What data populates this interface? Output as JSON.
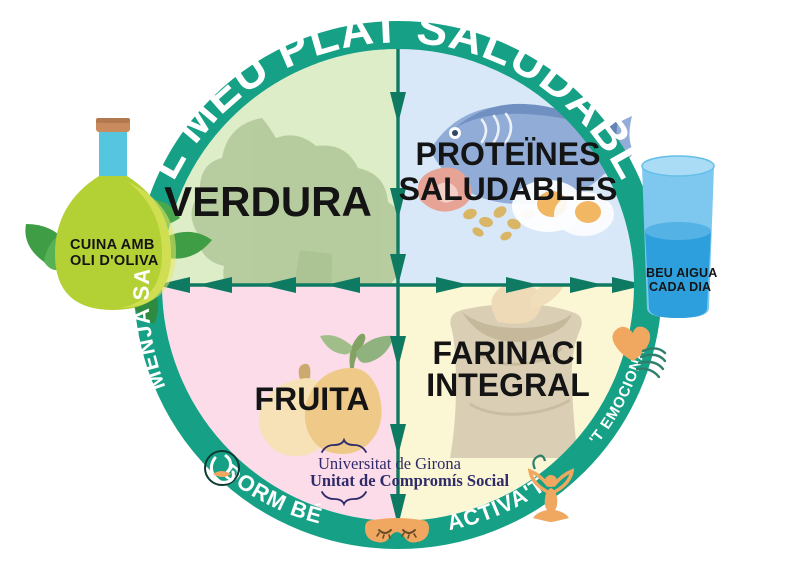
{
  "title": "EL MEU PLAT SALUDABLE",
  "colors": {
    "ring": "#16a085",
    "ring_dark": "#119077",
    "arrow": "#0f7a62",
    "quad_vegetables": "#dcedc8",
    "quad_proteins": "#d9e8f8",
    "quad_grains": "#fbf6d4",
    "quad_fruit": "#fbdce8",
    "text_dark": "#141414",
    "text_white": "#ffffff",
    "logo_navy": "#2f2b6b",
    "oil_bottle": "#b9d43a",
    "oil_neck": "#55c5e0",
    "oil_cork": "#c98b5e",
    "water_glass": "#7ec8ef",
    "water_fill": "#2e9fdd",
    "accent_orange": "#f0a860",
    "broccoli": "#b3c99b",
    "fish_body": "#8da9d6",
    "sack": "#d9cdb4",
    "pear": "#f6e3b4",
    "pear_dark": "#efc882",
    "leaf_green": "#8bb07a"
  },
  "quadrants": [
    {
      "id": "vegetables",
      "label": "VERDURA",
      "icon": "broccoli-icon",
      "position": "top-left"
    },
    {
      "id": "proteins",
      "label_line1": "PROTEÏNES",
      "label_line2": "SALUDABLES",
      "icon": "fish-nuts-eggs-icon",
      "position": "top-right"
    },
    {
      "id": "fruit",
      "label": "FRUITA",
      "icon": "pears-icon",
      "position": "bottom-left"
    },
    {
      "id": "grains",
      "label_line1": "FARINACI",
      "label_line2": "INTEGRAL",
      "icon": "flour-sack-icon",
      "position": "bottom-right"
    }
  ],
  "ring_labels": {
    "top": "EL MEU PLAT SALUDABLE",
    "left": "MENJA SA",
    "bottom_left": "DORM BÉ",
    "bottom_right": "ACTIVA'T",
    "right": "CUIDA'T EMOCIONALMENT"
  },
  "ring_icons": [
    {
      "name": "stomach-digestion-icon",
      "near": "MENJA SA"
    },
    {
      "name": "sleep-mask-icon",
      "near": "DORM BÉ"
    },
    {
      "name": "meditation-figure-icon",
      "near": "ACTIVA'T"
    },
    {
      "name": "hand-heart-icon",
      "near": "CUIDA'T EMOCIONALMENT"
    }
  ],
  "callouts": {
    "oil": {
      "line1": "CUINA AMB",
      "line2": "OLI D'OLIVA",
      "icon": "olive-oil-bottle-icon"
    },
    "water": {
      "line1": "BEU AIGUA",
      "line2": "CADA DIA",
      "icon": "water-glass-icon"
    }
  },
  "logo": {
    "line1": "Universitat de Girona",
    "line2": "Unitat de Compromís Social",
    "brace_top": "brace-icon",
    "brace_bottom": "brace-icon"
  }
}
